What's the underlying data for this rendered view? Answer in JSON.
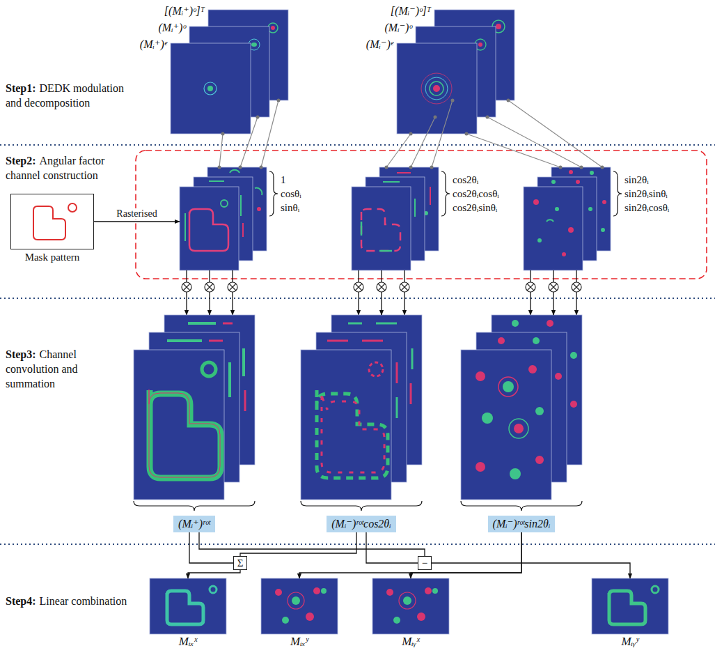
{
  "diagram": {
    "nodes": [
      {
        "text": [
          "[(Mᵢ⁺)ᵒ]ᵀ"
        ]
      },
      {
        "text": [
          "(Mᵢ⁺)ᵒ"
        ]
      },
      {
        "text": [
          "(Mᵢ⁺)ᵉ"
        ]
      },
      {
        "text": [
          "[(Mᵢ⁻)ᵒ]ᵀ"
        ]
      },
      {
        "text": [
          "(Mᵢ⁻)ᵒ"
        ]
      },
      {
        "text": [
          "(Mᵢ⁻)ᵉ"
        ]
      },
      {
        "text": [
          "Mask pattern"
        ]
      },
      {
        "text": [
          "1",
          "cosθᵢ",
          "sinθᵢ"
        ]
      },
      {
        "text": [
          "cos2θᵢ",
          "cos2θᵢcosθᵢ",
          "cos2θᵢsinθᵢ"
        ]
      },
      {
        "text": [
          "sin2θᵢ",
          "sin2θᵢsinθᵢ",
          "sin2θᵢcosθᵢ"
        ]
      },
      {
        "text": [
          "(Mᵢ⁺)ʳᵒᵗ"
        ]
      },
      {
        "text": [
          "(Mᵢ⁻)ʳᵒᵗcos2θᵢ"
        ]
      },
      {
        "text": [
          "(Mᵢ⁻)ʳᵒᵗsin2θᵢ"
        ]
      },
      {
        "text": [
          "Σ"
        ]
      },
      {
        "text": [
          "−"
        ]
      },
      {
        "text": [
          "Mᵢₓˣ"
        ]
      },
      {
        "text": [
          "Mᵢₓʸ"
        ]
      },
      {
        "text": [
          "Mᵢᵧˣ"
        ]
      },
      {
        "text": [
          "Mᵢᵧʸ"
        ]
      }
    ],
    "edges": [
      {
        "from": 0,
        "to": 7,
        "arrow": "none"
      },
      {
        "from": 1,
        "to": 7,
        "arrow": "none"
      },
      {
        "from": 2,
        "to": 7,
        "arrow": "none"
      },
      {
        "from": 3,
        "to": 8,
        "arrow": "none"
      },
      {
        "from": 4,
        "to": 8,
        "arrow": "none"
      },
      {
        "from": 5,
        "to": 8,
        "arrow": "none"
      },
      {
        "from": 3,
        "to": 9,
        "arrow": "none"
      },
      {
        "from": 4,
        "to": 9,
        "arrow": "none"
      },
      {
        "from": 5,
        "to": 9,
        "arrow": "none"
      },
      {
        "from": 6,
        "to": 7,
        "arrow": "to",
        "label": "Rasterised"
      },
      {
        "from": 7,
        "to": 10,
        "arrow": "to"
      },
      {
        "from": 8,
        "to": 11,
        "arrow": "to"
      },
      {
        "from": 9,
        "to": 12,
        "arrow": "to"
      },
      {
        "from": 10,
        "to": 13,
        "arrow": "none"
      },
      {
        "from": 11,
        "to": 13,
        "arrow": "none"
      },
      {
        "from": 10,
        "to": 14,
        "arrow": "none"
      },
      {
        "from": 11,
        "to": 14,
        "arrow": "none"
      },
      {
        "from": 13,
        "to": 15,
        "arrow": "to"
      },
      {
        "from": 14,
        "to": 18,
        "arrow": "to"
      },
      {
        "from": 12,
        "to": 16,
        "arrow": "to"
      },
      {
        "from": 12,
        "to": 17,
        "arrow": "to"
      }
    ],
    "labels": [
      "Step1:",
      "DEDK modulation and decomposition",
      "Step2:",
      "Angular factor channel construction",
      "Step3:",
      "Channel convolution and summation",
      "Step4:",
      "Linear combination"
    ]
  }
}
